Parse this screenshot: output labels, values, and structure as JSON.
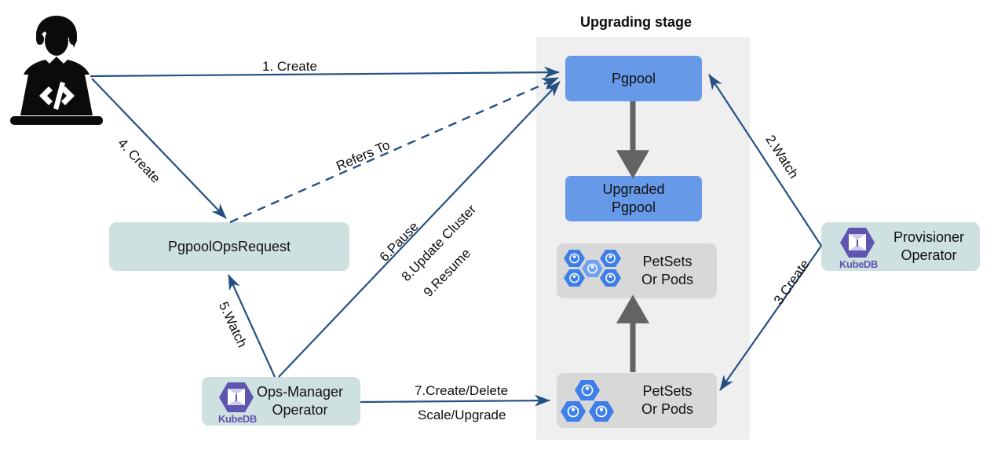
{
  "diagram": {
    "title_region": {
      "label": "Upgrading stage"
    },
    "accent_colors": {
      "arrow_blue": "#245183",
      "node_blue": "#6699E8",
      "stage_gray": "#EFEFEF",
      "pod_group_gray": "#D8D8D8",
      "operator_teal": "#CFE0E1",
      "gray_arrow": "#636363",
      "kubedb_purple": "#5E55B0"
    },
    "nodes": [
      {
        "id": "developer",
        "label": "",
        "icon": "developer-laptop-icon"
      },
      {
        "id": "pgpool",
        "label": "Pgpool",
        "icon": ""
      },
      {
        "id": "upgraded-pgpool",
        "label": "Upgraded\nPgpool",
        "icon": ""
      },
      {
        "id": "petsets-top",
        "label": "PetSets\nOr Pods",
        "icon": "pod-hexagon-icon"
      },
      {
        "id": "petsets-bottom",
        "label": "PetSets\nOr Pods",
        "icon": "pod-hexagon-icon"
      },
      {
        "id": "pgpoolopsrequest",
        "label": "PgpoolOpsRequest",
        "icon": ""
      },
      {
        "id": "provisioner-operator",
        "label": "Provisioner\nOperator",
        "icon": "kubedb-logo-icon"
      },
      {
        "id": "ops-manager-operator",
        "label": "Ops-Manager\nOperator",
        "icon": "kubedb-logo-icon"
      }
    ],
    "edges": [
      {
        "id": "e1",
        "label": "1. Create",
        "from": "developer",
        "to": "pgpool",
        "style": "solid"
      },
      {
        "id": "e2",
        "label": "2.Watch",
        "from": "provisioner-operator",
        "to": "pgpool",
        "style": "solid"
      },
      {
        "id": "e3",
        "label": "3.Create",
        "from": "provisioner-operator",
        "to": "petsets-bottom",
        "style": "solid"
      },
      {
        "id": "e4",
        "label": "4. Create",
        "from": "developer",
        "to": "pgpoolopsrequest",
        "style": "solid"
      },
      {
        "id": "e5",
        "label": "5.Watch",
        "from": "ops-manager-operator",
        "to": "pgpoolopsrequest",
        "style": "solid"
      },
      {
        "id": "e6",
        "label": "6.Pause",
        "from": "ops-manager-operator",
        "to": "pgpool",
        "style": "solid"
      },
      {
        "id": "e7",
        "label": "8.Update Cluster",
        "from": "ops-manager-operator",
        "to": "pgpool",
        "style": "solid"
      },
      {
        "id": "e8",
        "label": "9.Resume",
        "from": "ops-manager-operator",
        "to": "pgpool",
        "style": "solid"
      },
      {
        "id": "e9",
        "label": "7.Create/Delete",
        "from": "ops-manager-operator",
        "to": "petsets-bottom",
        "style": "solid"
      },
      {
        "id": "e10",
        "label": "Scale/Upgrade",
        "from": "ops-manager-operator",
        "to": "petsets-bottom",
        "style": "solid"
      },
      {
        "id": "e11",
        "label": "Refers To",
        "from": "pgpoolopsrequest",
        "to": "pgpool",
        "style": "dashed"
      },
      {
        "id": "e12",
        "label": "",
        "from": "pgpool",
        "to": "upgraded-pgpool",
        "style": "thick-gray"
      },
      {
        "id": "e13",
        "label": "",
        "from": "petsets-bottom",
        "to": "petsets-top",
        "style": "thick-gray"
      }
    ],
    "kubedb_wordmark": "KubeDB"
  }
}
